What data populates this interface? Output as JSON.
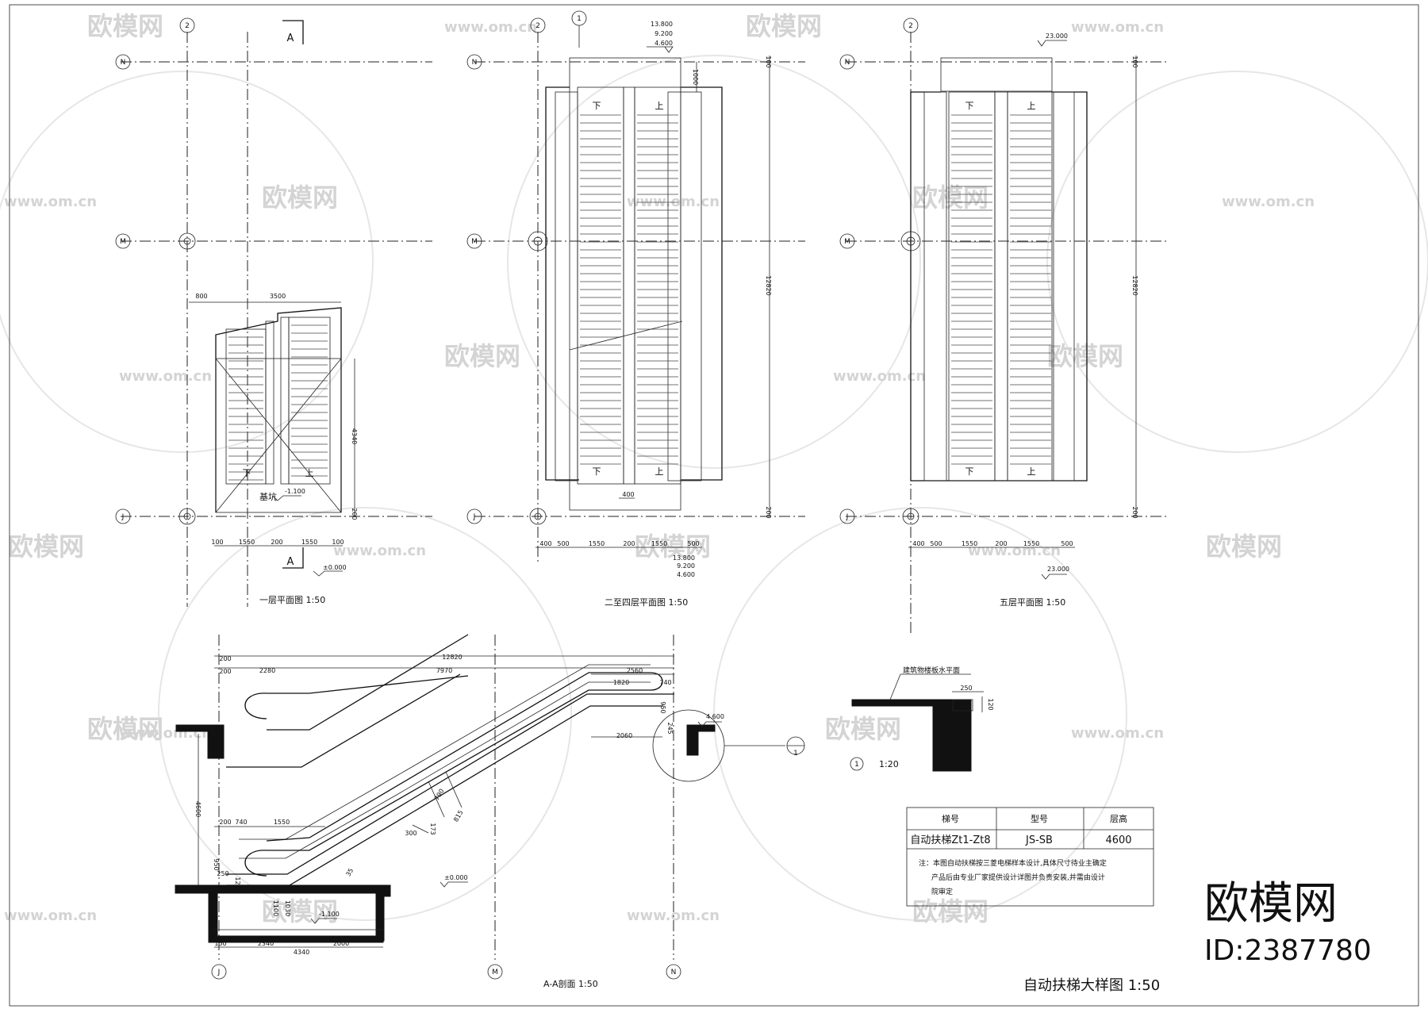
{
  "watermark": {
    "brand": "欧模网",
    "url": "www.om.cn"
  },
  "grid_labels": {
    "N": "N",
    "M": "M",
    "J": "J",
    "col2": "2",
    "ref1": "1"
  },
  "section_marker": "A",
  "plan1": {
    "title": "一层平面图  1:50",
    "dim_top_left": "800",
    "dim_top": "3500",
    "dim_side": "4340",
    "dim_side_bottom": "200",
    "dims_bottom": [
      "100",
      "1550",
      "200",
      "1550",
      "100"
    ],
    "pit_label": "基坑",
    "pit_level": "-1.100",
    "floor_level": "±0.000",
    "down": "下",
    "up": "上"
  },
  "plan2": {
    "title": "二至四层平面图  1:50",
    "levels": [
      "13.800",
      "9.200",
      "4.600"
    ],
    "dim_total": "12820",
    "dim_top_a": "100",
    "dim_top_b": "1000",
    "dim_bottom_side": "200",
    "dim_400": "400",
    "dims_bottom": [
      "400",
      "500",
      "1550",
      "200",
      "1550",
      "500"
    ],
    "down": "下",
    "up": "上"
  },
  "plan5": {
    "title": "五层平面图  1:50",
    "level": "23.000",
    "dim_total": "12820",
    "dim_top": "100",
    "dim_bottom_side": "200",
    "dims_bottom": [
      "400",
      "500",
      "1550",
      "200",
      "1550",
      "500"
    ],
    "down": "下",
    "up": "上"
  },
  "section": {
    "title": "A-A剖面  1:50",
    "dims_top": [
      "200",
      "12820",
      "200",
      "2280",
      "7970",
      "2560",
      "1820",
      "740",
      "950",
      "2060",
      "245"
    ],
    "dims_low": [
      "200",
      "740",
      "1550",
      "950",
      "250",
      "120",
      "1100",
      "1030",
      "4600"
    ],
    "incline": [
      "790",
      "815",
      "300",
      "173",
      "35"
    ],
    "dims_bottom": [
      "150",
      "2340",
      "2000",
      "4340"
    ],
    "level_top": "4.600",
    "level_ground": "±0.000",
    "level_pit": "-1.100"
  },
  "detail": {
    "label": "建筑物楼板水平面",
    "dim_a": "250",
    "dim_b": "120",
    "num": "1",
    "scale": "1:20"
  },
  "table": {
    "headers": [
      "梯号",
      "型号",
      "层高"
    ],
    "row": [
      "自动扶梯Zt1-Zt8",
      "JS-SB",
      "4600"
    ],
    "note_lines": [
      "注：本图自动扶梯按三菱电梯样本设计,具体尺寸待业主确定",
      "产品后由专业厂家提供设计详图并负责安装,并需由设计",
      "院审定"
    ]
  },
  "sheet_title": "自动扶梯大样图  1:50",
  "logo": {
    "text": "欧模网",
    "id": "ID:2387780"
  }
}
